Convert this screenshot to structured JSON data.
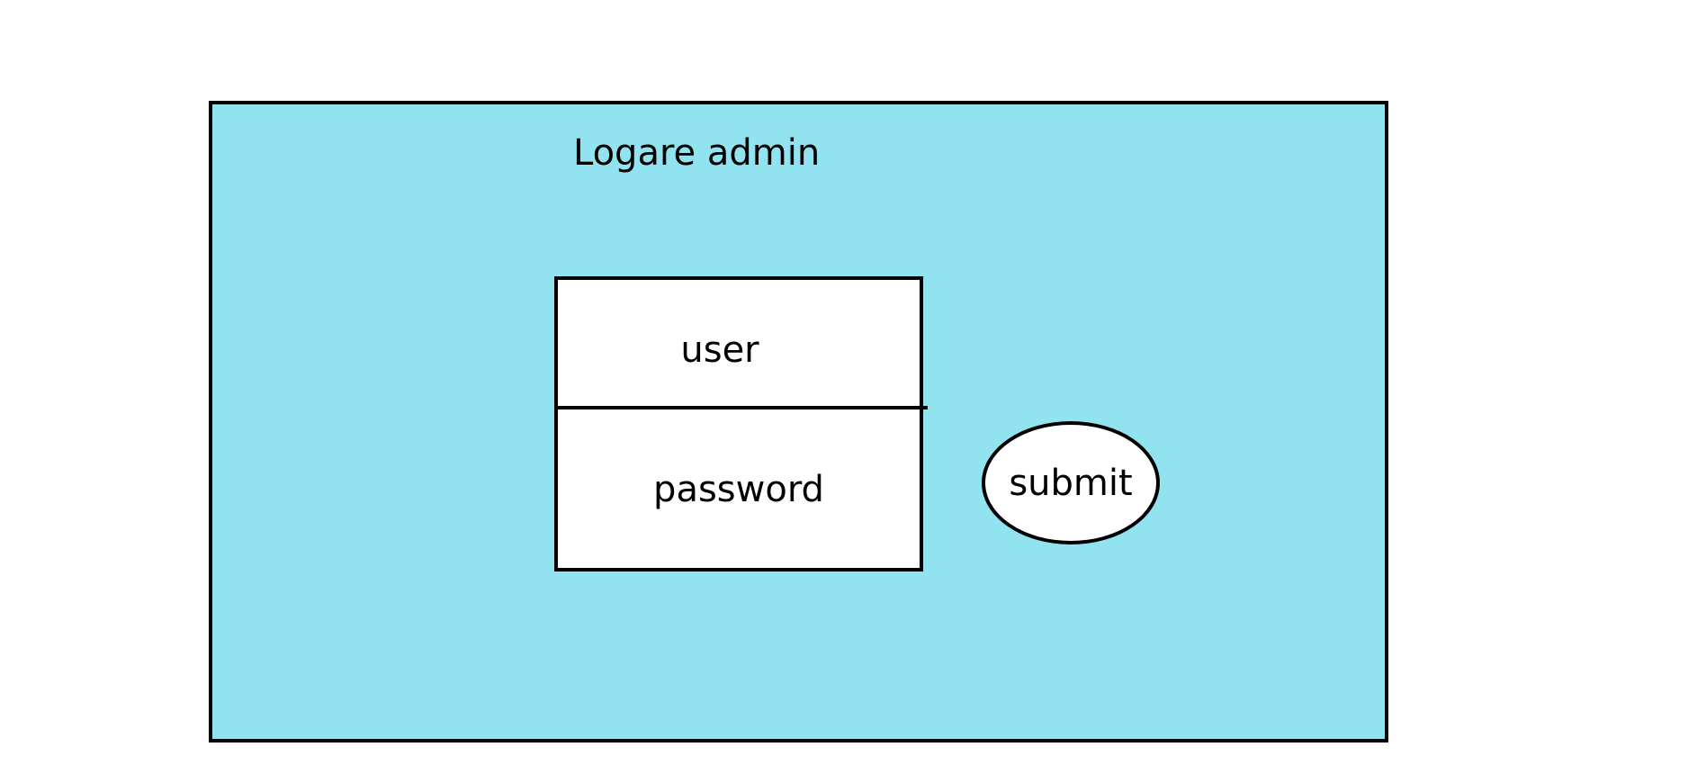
{
  "login_panel": {
    "title": "Logare admin",
    "background_color": "#92e3f0",
    "border_color": "#000000"
  },
  "form": {
    "user_label": "user",
    "password_label": "password",
    "submit_label": "submit"
  }
}
